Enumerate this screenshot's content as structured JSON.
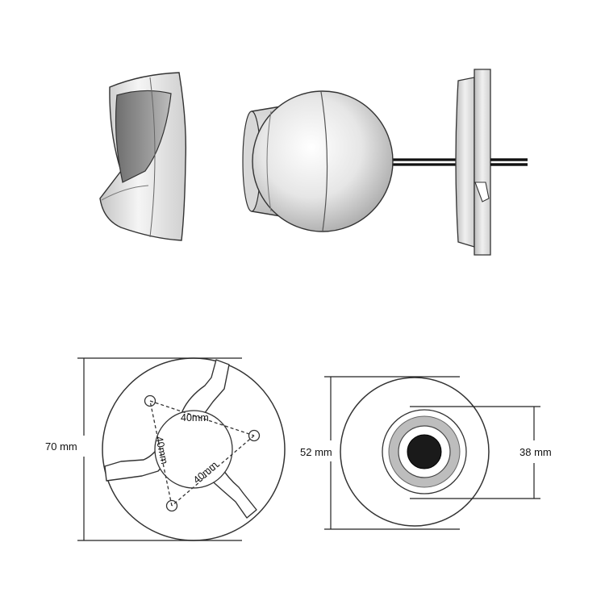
{
  "figure": {
    "base_view": {
      "diameter_label": "70 mm",
      "spacing_labels": [
        "40mm",
        "40mm",
        "40mm"
      ]
    },
    "rear_view": {
      "outer_diameter_label": "52 mm",
      "inner_diameter_label": "38 mm"
    }
  },
  "colors": {
    "outline": "#333333",
    "dim_line": "#222222",
    "cable": "#111111",
    "gray_ring": "#bdbdbd",
    "center_hole": "#1a1a1a"
  }
}
